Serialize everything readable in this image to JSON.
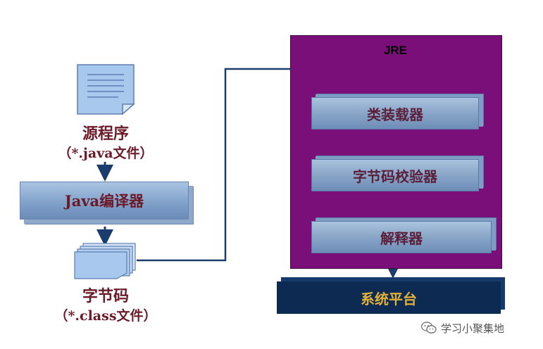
{
  "source": {
    "title": "源程序",
    "subtitle": "（*.java文件）"
  },
  "compiler": {
    "label": "Java编译器"
  },
  "bytecode": {
    "title": "字节码",
    "subtitle": "（*.class文件）"
  },
  "jre": {
    "title": "JRE",
    "steps": [
      "类装载器",
      "字节码校验器",
      "解释器"
    ]
  },
  "platform": {
    "label": "系统平台"
  },
  "watermark": {
    "text": "学习小聚集地",
    "icon": "wechat-icon"
  },
  "colors": {
    "jre_background": "#7a0f7a",
    "platform_background": "#0d2a52",
    "platform_text": "#e0b13a",
    "label_text": "#6b1a2a",
    "arrow": "#1b3d6e"
  }
}
